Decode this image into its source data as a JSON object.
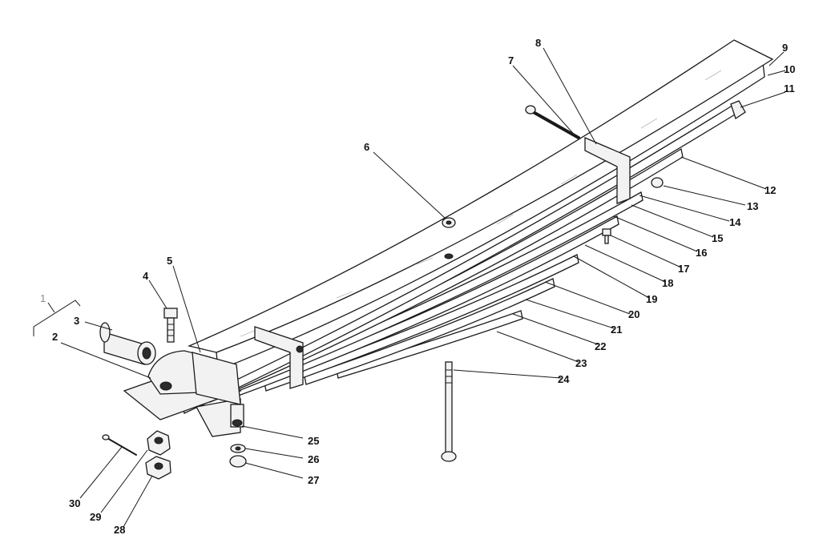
{
  "diagram": {
    "callouts": [
      "1",
      "2",
      "3",
      "4",
      "5",
      "6",
      "7",
      "8",
      "9",
      "10",
      "11",
      "12",
      "13",
      "14",
      "15",
      "16",
      "17",
      "18",
      "19",
      "20",
      "21",
      "22",
      "23",
      "24",
      "25",
      "26",
      "27",
      "28",
      "29",
      "30"
    ]
  },
  "colors": {
    "ink": "#1a1a1a",
    "paper": "#ffffff",
    "grey_label": "#8a8a8a"
  }
}
